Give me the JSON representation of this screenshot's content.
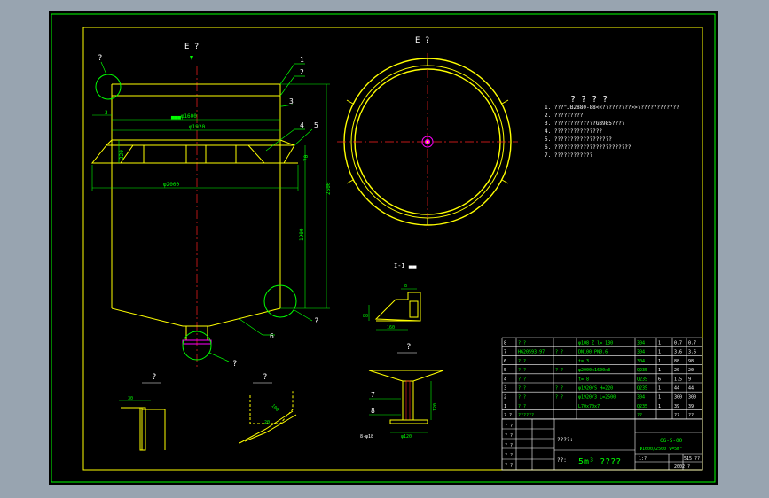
{
  "colors": {
    "app_bg": "#98a4b0",
    "canvas_bg": "#000000",
    "frame": "#00ff00",
    "body": "#ffff00",
    "dim": "#00ff00",
    "white": "#ffffff",
    "center_line": "#ff2020",
    "nozzle": "#ff00ff"
  },
  "view_front_label": "E ?",
  "view_top_label": "E ?",
  "section_label": "I-I ▄▄",
  "balloons": [
    "1",
    "2",
    "3",
    "4",
    "5",
    "6"
  ],
  "detail_marks": {
    "tl": "?",
    "right": "?",
    "bottom": "?",
    "d1": "?",
    "d2": "?",
    "d3": "?"
  },
  "dims": {
    "d1600": "▄▄▄φ1600",
    "d1920": "φ1920",
    "d2000": "φ2000",
    "h2500": "2500",
    "h1900": "1900",
    "h220": "220",
    "h70": "70",
    "h80": "80",
    "w160": "160",
    "small_3": "3",
    "d_30": "30",
    "d_100": "100",
    "d_20": "20",
    "d_120": "120",
    "d_d120": "φ120",
    "d_w8": "8",
    "d_w7": "7",
    "bolt": "8-φ18"
  },
  "notes": {
    "title": "? ? ? ?",
    "lines": [
      "1. ???\"JB2880-88<<?????????>>?????????????",
      "2. ?????????",
      "3. ?????????????GB985????",
      "4. ???????????????",
      "5. ??????????????????",
      "6. ????????????????????????",
      "7. ????????????"
    ]
  },
  "bom": [
    [
      "8",
      "?  ?",
      "",
      "φ108 Z  l= 130",
      "304",
      "1",
      "0.7",
      "0.7"
    ],
    [
      "7",
      "HG20593-97",
      "?  ?",
      "DN100 PN0.6",
      "304",
      "1",
      "3.6",
      "3.6"
    ],
    [
      "6",
      "?  ?",
      "",
      "t= 3",
      "304",
      "1",
      "88",
      "98"
    ],
    [
      "5",
      "?  ?",
      "?  ?",
      "φ2000x1600x3",
      "Q235",
      "1",
      "20",
      "20"
    ],
    [
      "4",
      "?  ?",
      "",
      "t= 8",
      "Q235",
      "6",
      "1.5",
      "9"
    ],
    [
      "3",
      "?  ?",
      "?  ?",
      "φ1920/S H=220",
      "Q235",
      "1",
      "44",
      "44"
    ],
    [
      "2",
      "?  ?",
      "?  ?",
      "φ1920/3 L=2500",
      "304",
      "1",
      "300",
      "300"
    ],
    [
      "1",
      "?  ?",
      "",
      "L70x70x7",
      "Q235",
      "1",
      "39",
      "39"
    ]
  ],
  "bom_header": [
    "? ?",
    "??????",
    "",
    "",
    "??",
    "",
    "??",
    "??"
  ],
  "title_block": {
    "r1": "? ?",
    "r2": "? ?",
    "r3": "? ?",
    "r4": "? ?",
    "r5": "? ?",
    "mid_top": "????:",
    "mid_bot": "??:",
    "drawing_no": "CG-5-00",
    "spec": "Φ1600/2500   V=5m³",
    "title": "5m³ ????",
    "scale": "1:?",
    "sheet": "515 ??",
    "year": "2002  ?"
  }
}
